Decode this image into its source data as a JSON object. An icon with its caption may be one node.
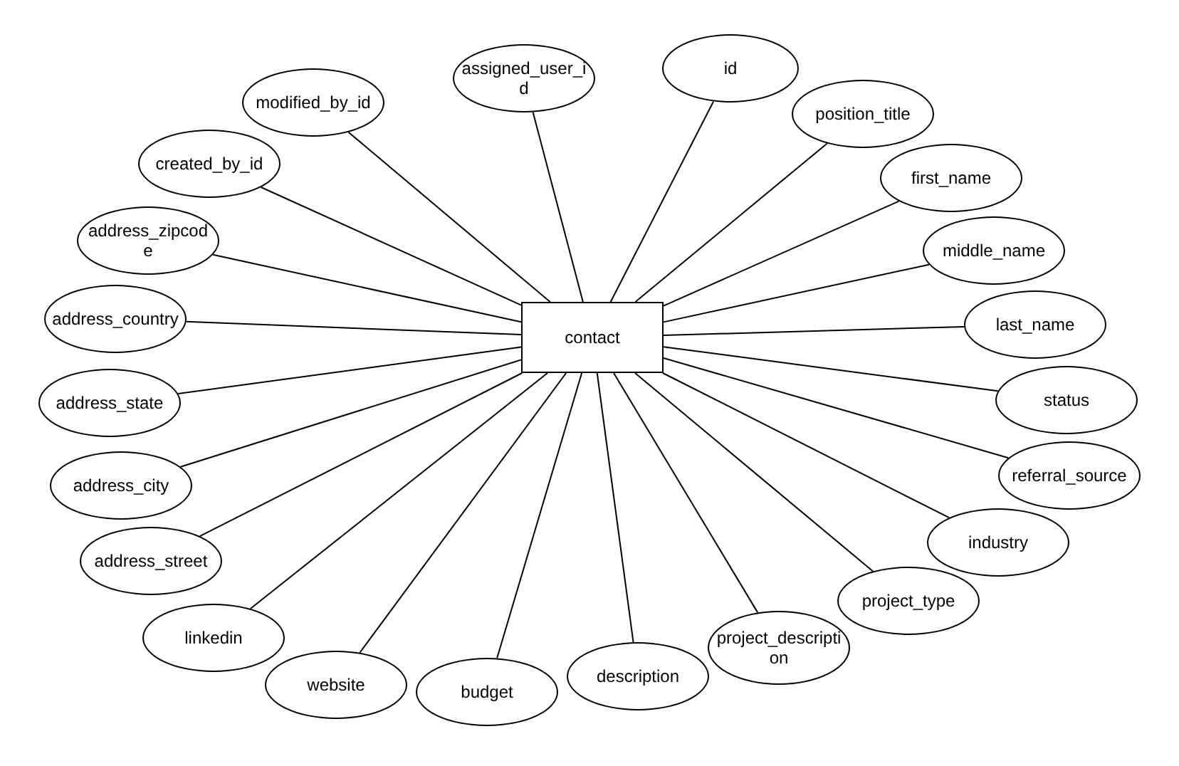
{
  "diagram": {
    "nodes": [
      {
        "text": [
          "contact"
        ]
      },
      {
        "text": [
          "id"
        ]
      },
      {
        "text": [
          "position_title"
        ]
      },
      {
        "text": [
          "first_name"
        ]
      },
      {
        "text": [
          "middle_name"
        ]
      },
      {
        "text": [
          "last_name"
        ]
      },
      {
        "text": [
          "status"
        ]
      },
      {
        "text": [
          "referral_source"
        ]
      },
      {
        "text": [
          "industry"
        ]
      },
      {
        "text": [
          "project_type"
        ]
      },
      {
        "text": [
          "project_description"
        ]
      },
      {
        "text": [
          "description"
        ]
      },
      {
        "text": [
          "budget"
        ]
      },
      {
        "text": [
          "website"
        ]
      },
      {
        "text": [
          "linkedin"
        ]
      },
      {
        "text": [
          "address_street"
        ]
      },
      {
        "text": [
          "address_city"
        ]
      },
      {
        "text": [
          "address_state"
        ]
      },
      {
        "text": [
          "address_country"
        ]
      },
      {
        "text": [
          "address_zipcode"
        ]
      },
      {
        "text": [
          "created_by_id"
        ]
      },
      {
        "text": [
          "modified_by_id"
        ]
      },
      {
        "text": [
          "assigned_user_id"
        ]
      }
    ],
    "edges": [
      {
        "from": 0,
        "to": 1,
        "arrow": "none"
      },
      {
        "from": 0,
        "to": 2,
        "arrow": "none"
      },
      {
        "from": 0,
        "to": 3,
        "arrow": "none"
      },
      {
        "from": 0,
        "to": 4,
        "arrow": "none"
      },
      {
        "from": 0,
        "to": 5,
        "arrow": "none"
      },
      {
        "from": 0,
        "to": 6,
        "arrow": "none"
      },
      {
        "from": 0,
        "to": 7,
        "arrow": "none"
      },
      {
        "from": 0,
        "to": 8,
        "arrow": "none"
      },
      {
        "from": 0,
        "to": 9,
        "arrow": "none"
      },
      {
        "from": 0,
        "to": 10,
        "arrow": "none"
      },
      {
        "from": 0,
        "to": 11,
        "arrow": "none"
      },
      {
        "from": 0,
        "to": 12,
        "arrow": "none"
      },
      {
        "from": 0,
        "to": 13,
        "arrow": "none"
      },
      {
        "from": 0,
        "to": 14,
        "arrow": "none"
      },
      {
        "from": 0,
        "to": 15,
        "arrow": "none"
      },
      {
        "from": 0,
        "to": 16,
        "arrow": "none"
      },
      {
        "from": 0,
        "to": 17,
        "arrow": "none"
      },
      {
        "from": 0,
        "to": 18,
        "arrow": "none"
      },
      {
        "from": 0,
        "to": 19,
        "arrow": "none"
      },
      {
        "from": 0,
        "to": 20,
        "arrow": "none"
      },
      {
        "from": 0,
        "to": 21,
        "arrow": "none"
      },
      {
        "from": 0,
        "to": 22,
        "arrow": "none"
      }
    ]
  }
}
